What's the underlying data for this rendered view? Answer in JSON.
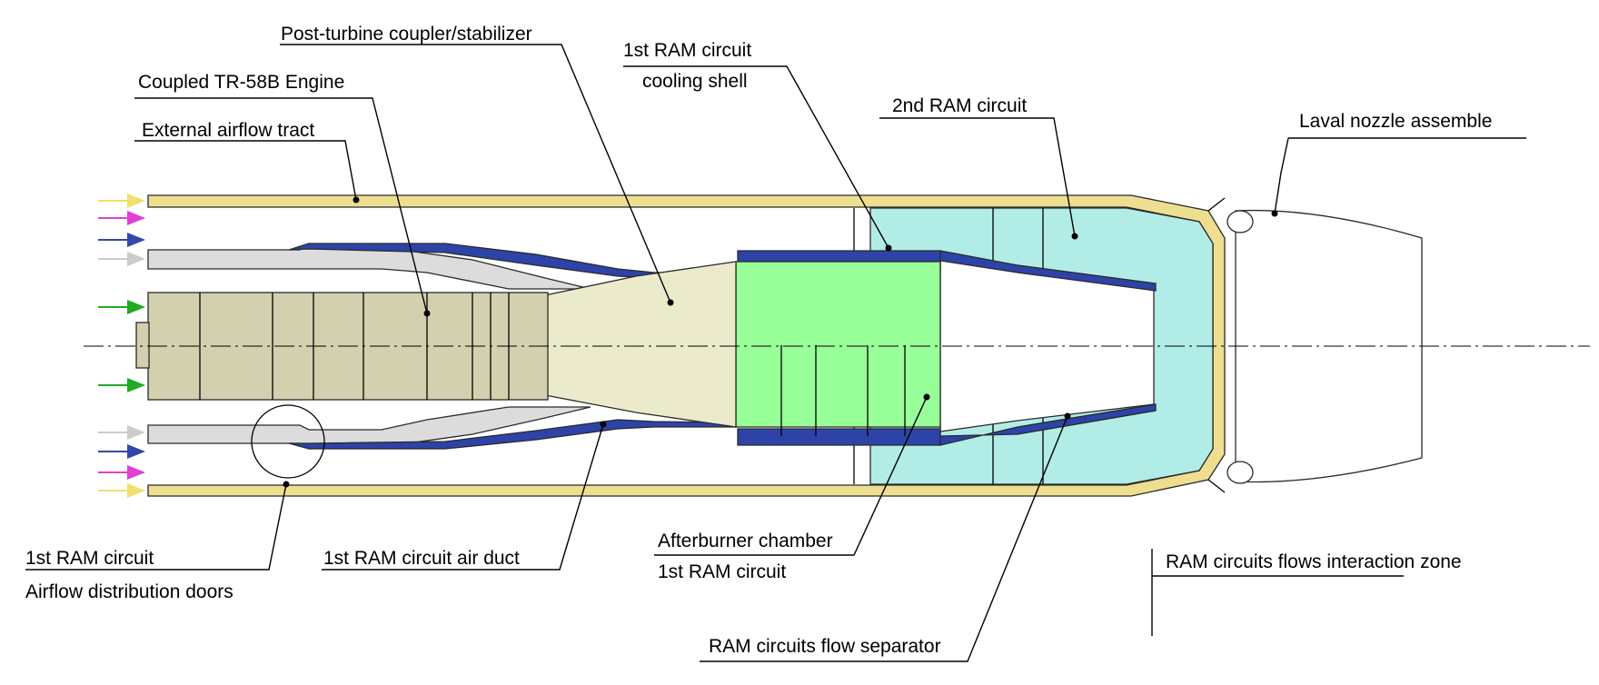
{
  "colors": {
    "casing": "#EEDE90",
    "engine": "#D2D0AE",
    "coupler": "#EBEBCB",
    "duct_gray": "#DCDCDC",
    "ram1_blue": "#2E43A8",
    "afterburner_green": "#99FF99",
    "ram2_cyan": "#B2ECE6",
    "arrow_yellow": "#F0E070",
    "arrow_magenta": "#E040D0",
    "arrow_blue": "#3348A6",
    "arrow_gray": "#CCCCCC",
    "arrow_green": "#22AA22"
  },
  "labels": {
    "post_turbine": "Post-turbine coupler/stabilizer",
    "engine": "Coupled TR-58B Engine",
    "external_tract": "External airflow tract",
    "ram1_cooling_line1": "1st  RAM circuit",
    "ram1_cooling_line2": "cooling shell",
    "ram2": "2nd  RAM circuit",
    "laval": "Laval nozzle assemble",
    "doors_line1": "1st  RAM circuit",
    "doors_line2": "Airflow distribution doors",
    "air_duct": "1st  RAM circuit air duct",
    "afterburner_line1": "Afterburner chamber",
    "afterburner_line2": "1st  RAM circuit",
    "interaction_zone": "RAM circuits flows interaction zone",
    "flow_separator": "RAM circuits flow separator"
  }
}
